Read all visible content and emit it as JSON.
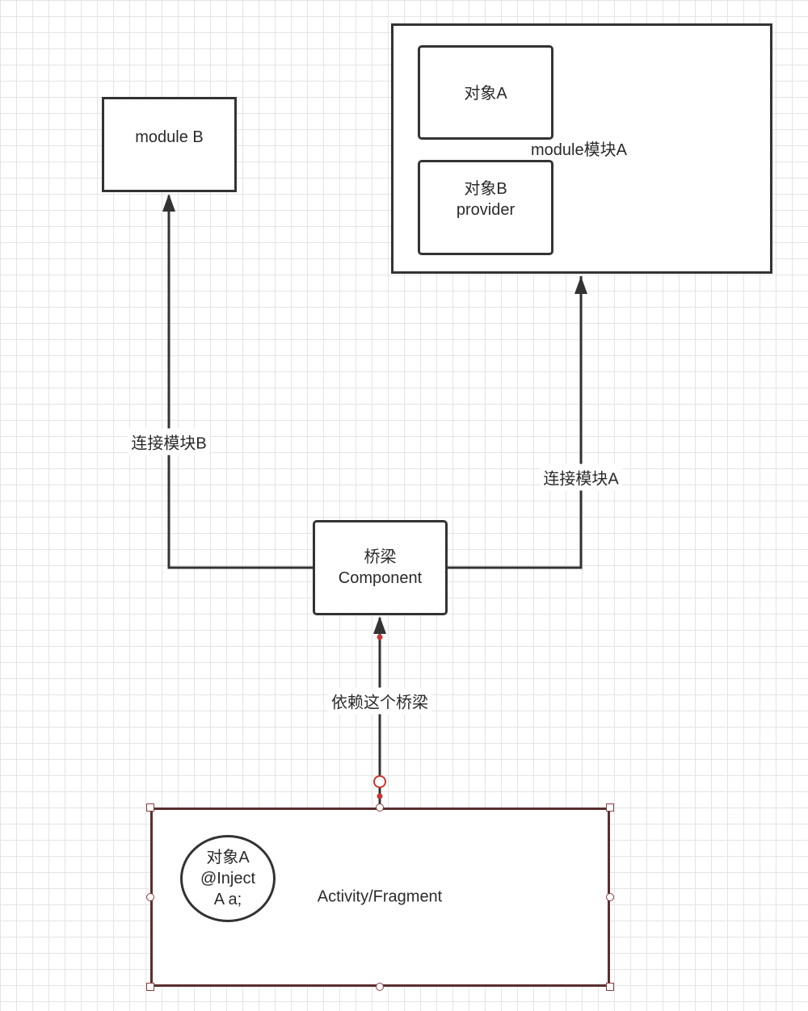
{
  "nodes": {
    "module_b": "module B",
    "module_a": "module模块A",
    "object_a": "对象A",
    "object_b": {
      "line1": "对象B",
      "line2": "provider"
    },
    "component": {
      "line1": "桥梁",
      "line2": "Component"
    },
    "activity": "Activity/Fragment",
    "inject_circle": {
      "line1": "对象A",
      "line2": "@Inject",
      "line3": "A a;"
    }
  },
  "edges": {
    "to_module_b": "连接模块B",
    "to_module_a": "连接模块A",
    "depends_bridge": "依赖这个桥梁"
  },
  "colors": {
    "stroke": "#333333",
    "selection": "#5a2e2e",
    "handle": "#8a3b3b",
    "connector_dot": "#cc3333"
  }
}
